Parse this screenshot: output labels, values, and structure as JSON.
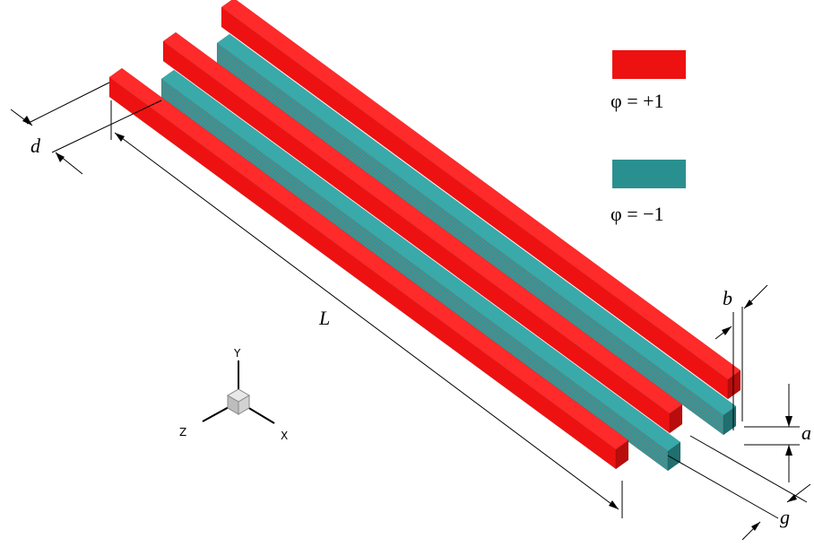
{
  "colors": {
    "positive": "#ee1111",
    "positive_top": "#ff2a2a",
    "positive_side": "#b90c0c",
    "negative": "#2a8f8f",
    "negative_top": "#3aa9a9",
    "negative_side": "#1f6f6f"
  },
  "legend": {
    "positive_label": "φ = +1",
    "negative_label": "φ = −1"
  },
  "dimensions": {
    "d": "d",
    "L": "L",
    "b": "b",
    "a": "a",
    "g": "g"
  },
  "axes": {
    "y": "Y",
    "z": "Z",
    "x": "X"
  }
}
